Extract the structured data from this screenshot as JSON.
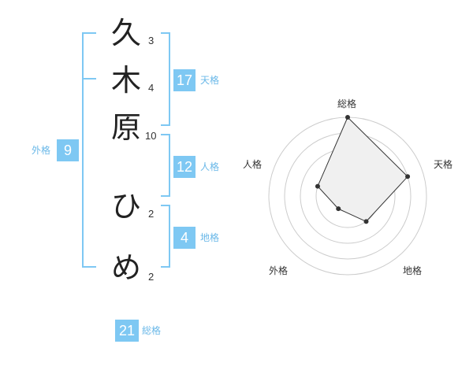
{
  "name_chars": [
    {
      "char": "久",
      "strokes": "3"
    },
    {
      "char": "木",
      "strokes": "4"
    },
    {
      "char": "原",
      "strokes": "10"
    },
    {
      "char": "ひ",
      "strokes": "2"
    },
    {
      "char": "め",
      "strokes": "2"
    }
  ],
  "fortunes": {
    "tenkaku": {
      "value": "17",
      "label": "天格"
    },
    "jinkaku": {
      "value": "12",
      "label": "人格"
    },
    "chikaku": {
      "value": "4",
      "label": "地格"
    },
    "gaikaku": {
      "value": "9",
      "label": "外格"
    },
    "soukaku": {
      "value": "21",
      "label": "総格"
    }
  },
  "colors": {
    "accent": "#7ec8f3",
    "text": "#222222"
  },
  "chart_data": {
    "type": "radar",
    "axes": [
      "総格",
      "天格",
      "地格",
      "外格",
      "人格"
    ],
    "values": [
      5,
      4,
      2,
      1,
      2
    ],
    "max": 5,
    "rings": 5
  }
}
